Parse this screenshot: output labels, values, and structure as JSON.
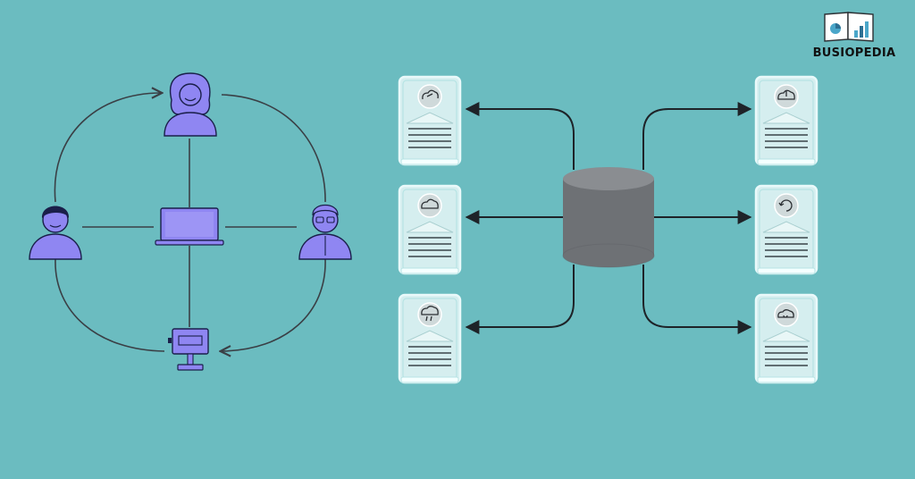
{
  "brand": {
    "name": "BUSIOPEDIA",
    "logo_icon": "open-book-chart-icon"
  },
  "colors": {
    "background": "#6bbcc0",
    "person_fill": "#8f86f2",
    "person_dark": "#1a1f4a",
    "line": "#3a3f45",
    "arrow": "#1e2328",
    "database": "#6e7175",
    "database_top": "#8a8d91",
    "card_fill": "#dff3f3",
    "card_stroke": "#f4ffff"
  },
  "left_network": {
    "nodes": [
      {
        "id": "top",
        "icon": "woman-avatar-icon"
      },
      {
        "id": "left",
        "icon": "man-avatar-icon"
      },
      {
        "id": "right",
        "icon": "man-with-glasses-avatar-icon"
      },
      {
        "id": "center",
        "icon": "laptop-icon"
      },
      {
        "id": "bottom",
        "icon": "monitor-icon"
      }
    ]
  },
  "right_network": {
    "hub_icon": "database-cylinder-icon",
    "left_cards": [
      {
        "icon": "cloud-sync-icon"
      },
      {
        "icon": "cloud-icon"
      },
      {
        "icon": "cloud-rain-icon"
      }
    ],
    "right_cards": [
      {
        "icon": "cloud-download-icon"
      },
      {
        "icon": "cloud-refresh-icon"
      },
      {
        "icon": "cloud-link-icon"
      }
    ]
  }
}
